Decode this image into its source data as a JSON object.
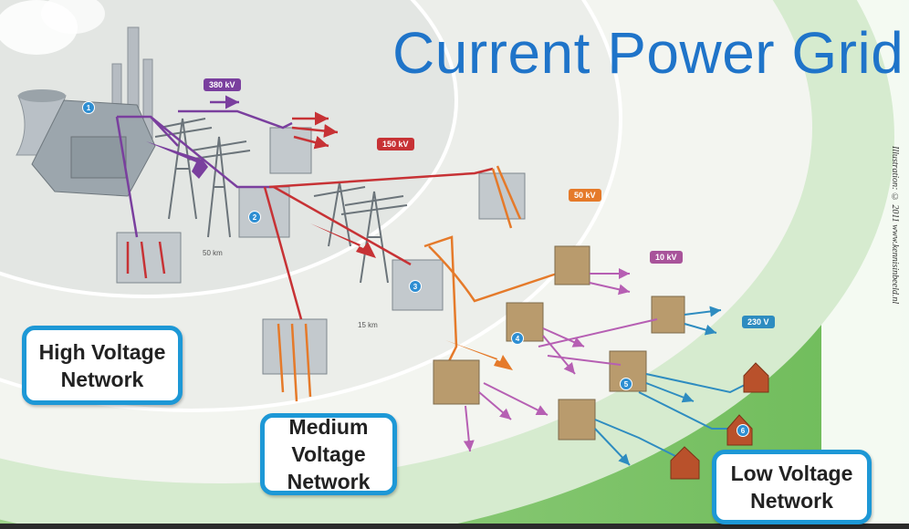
{
  "title": "Current Power Grid",
  "callouts": {
    "high": [
      "High Voltage",
      "Network"
    ],
    "medium": [
      "Medium",
      "Voltage",
      "Network"
    ],
    "low": [
      "Low Voltage",
      "Network"
    ]
  },
  "voltage_tags": {
    "kv380": "380 kV",
    "kv150": "150 kV",
    "kv50": "50 kV",
    "kv10": "10 kV",
    "v230": "230 V"
  },
  "distances": {
    "d50": "50 km",
    "d15": "15 km"
  },
  "station_numbers": [
    "1",
    "2",
    "3",
    "4",
    "5",
    "6"
  ],
  "credit": "Illustration: © 2011 www.kennisinbeeld.nl",
  "colors": {
    "title": "#1f74c9",
    "callout_border": "#1d98d6",
    "line_380kv": "#7a3f9e",
    "line_150kv": "#c73235",
    "line_50kv": "#e57a2a",
    "line_10kv": "#a8539a",
    "line_230v": "#2e8cc0",
    "background_green": "#7fc46a"
  }
}
